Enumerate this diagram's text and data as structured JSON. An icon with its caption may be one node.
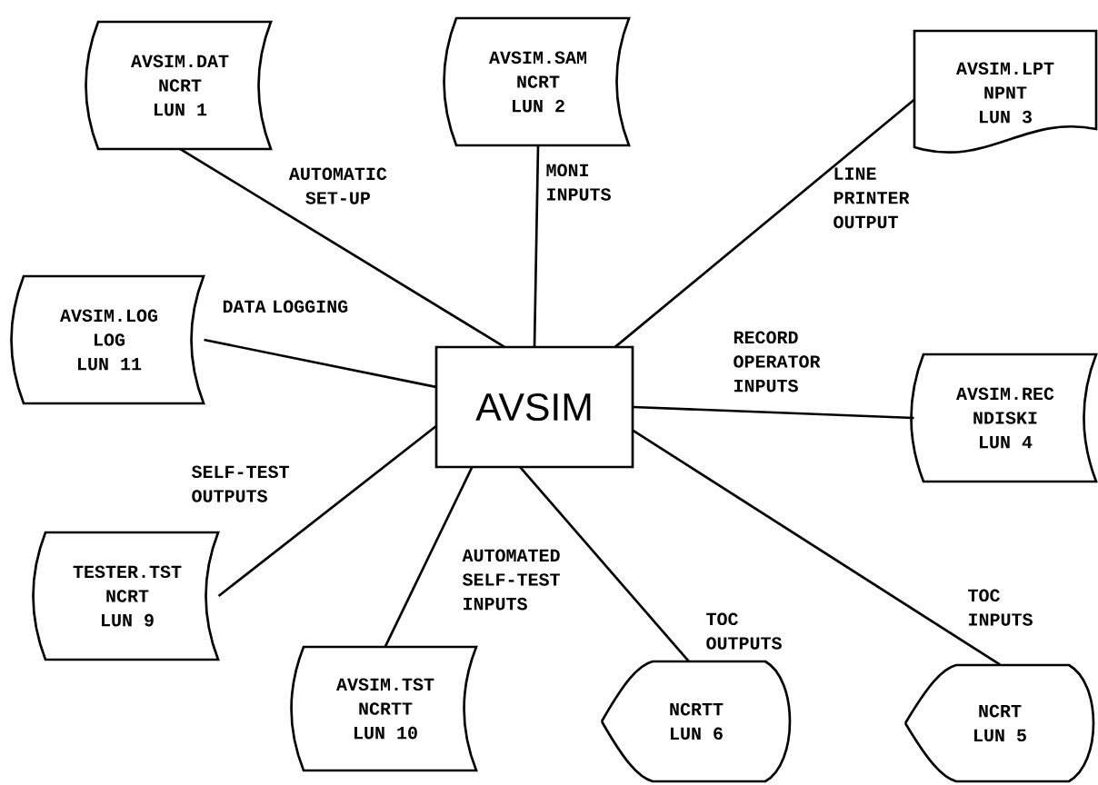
{
  "diagram": {
    "nodes": [
      {
        "text": [
          "AVSIM.DAT",
          "NCRT",
          "LUN 1"
        ]
      },
      {
        "text": [
          "AVSIM.SAM",
          "NCRT",
          "LUN 2"
        ]
      },
      {
        "text": [
          "AVSIM.LPT",
          "NPNT",
          "LUN 3"
        ]
      },
      {
        "text": [
          "AVSIM.LOG",
          "LOG",
          "LUN 11"
        ]
      },
      {
        "text": [
          "AVSIM"
        ]
      },
      {
        "text": [
          "AVSIM.REC",
          "NDISKI",
          "LUN 4"
        ]
      },
      {
        "text": [
          "TESTER.TST",
          "NCRT",
          "LUN 9"
        ]
      },
      {
        "text": [
          "AVSIM.TST",
          "NCRTT",
          "LUN 10"
        ]
      },
      {
        "text": [
          "NCRTT",
          "LUN 6"
        ]
      },
      {
        "text": [
          "NCRT",
          "LUN 5"
        ]
      }
    ],
    "edges": [
      {
        "from": 4,
        "to": 0,
        "arrow": "none",
        "label": "AUTOMATIC SET-UP"
      },
      {
        "from": 4,
        "to": 1,
        "arrow": "none",
        "label": "MONI INPUTS"
      },
      {
        "from": 4,
        "to": 2,
        "arrow": "none",
        "label": "LINE PRINTER OUTPUT"
      },
      {
        "from": 4,
        "to": 3,
        "arrow": "none",
        "label": "DATA LOGGING"
      },
      {
        "from": 4,
        "to": 5,
        "arrow": "none",
        "label": "RECORD OPERATOR INPUTS"
      },
      {
        "from": 4,
        "to": 6,
        "arrow": "none",
        "label": "SELF-TEST OUTPUTS"
      },
      {
        "from": 4,
        "to": 7,
        "arrow": "none",
        "label": "AUTOMATED SELF-TEST INPUTS"
      },
      {
        "from": 4,
        "to": 8,
        "arrow": "none",
        "label": "TOC OUTPUTS"
      },
      {
        "from": 4,
        "to": 9,
        "arrow": "none",
        "label": "TOC INPUTS"
      }
    ]
  }
}
